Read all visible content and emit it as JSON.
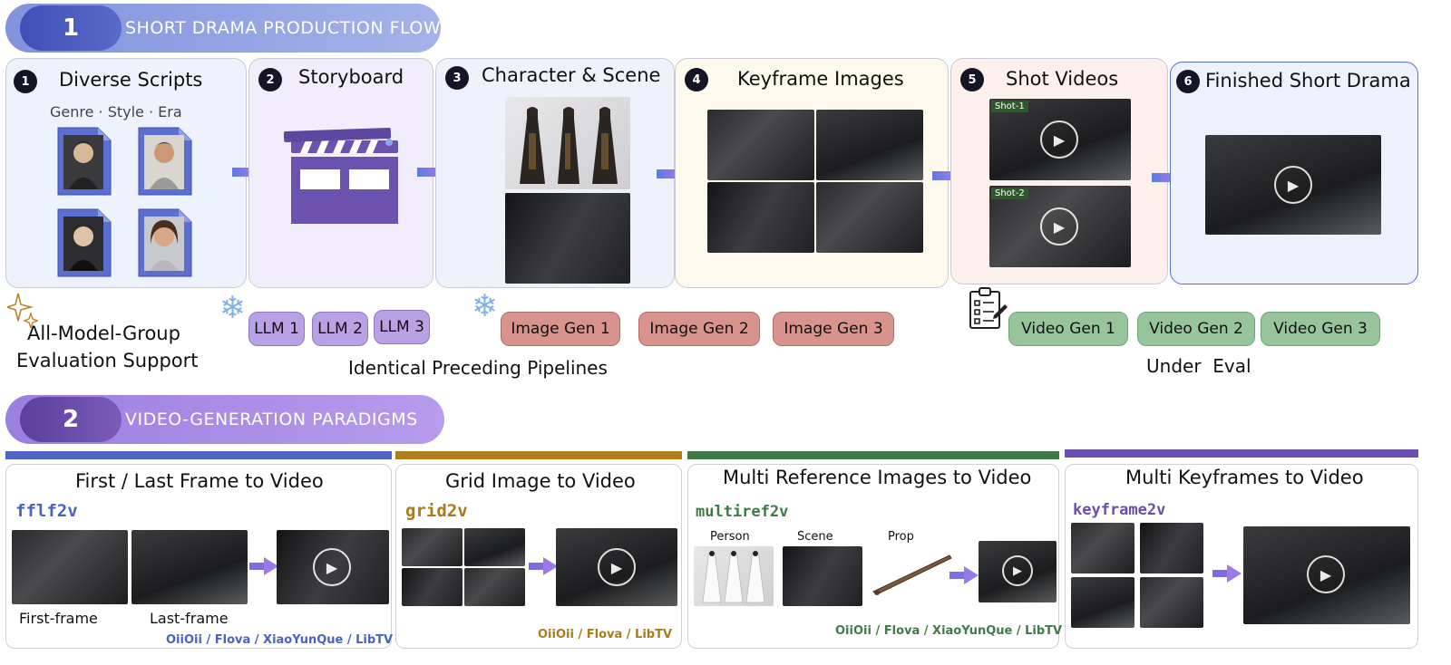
{
  "section1": {
    "number": "1",
    "title": "SHORT DRAMA PRODUCTION FLOW"
  },
  "section2": {
    "number": "2",
    "title": "VIDEO-GENERATION PARADIGMS"
  },
  "stages": [
    {
      "num": "1",
      "title": "Diverse Scripts",
      "subtitle": "Genre · Style · Era"
    },
    {
      "num": "2",
      "title": "Storyboard"
    },
    {
      "num": "3",
      "title": "Character & Scene"
    },
    {
      "num": "4",
      "title": "Keyframe Images"
    },
    {
      "num": "5",
      "title": "Shot Videos",
      "shot_labels": [
        "Shot-1",
        "Shot-2"
      ]
    },
    {
      "num": "6",
      "title": "Finished Short Drama"
    }
  ],
  "support_label": "All-Model-Group\nEvaluation Support",
  "support_line1": "All-Model-Group",
  "support_line2": "Evaluation Support",
  "llm_chips": [
    "LLM 1",
    "LLM 2",
    "LLM 3"
  ],
  "image_chips": [
    "Image Gen 1",
    "Image Gen 2",
    "Image Gen 3"
  ],
  "video_chips": [
    "Video Gen 1",
    "Video Gen 2",
    "Video Gen 3"
  ],
  "identical_label": "Identical Preceding Pipelines",
  "under_eval_label": "Under  Eval",
  "paradigms": [
    {
      "title": "First / Last Frame to Video",
      "code": "fflf2v",
      "color": "#4a63c2",
      "frame_labels": [
        "First-frame",
        "Last-frame"
      ],
      "tools": "OiiOii  /  Flova  /  XiaoYunQue  /  LibTV"
    },
    {
      "title": "Grid Image to Video",
      "code": "grid2v",
      "color": "#a87b1c",
      "tools": "OiiOii  /  Flova  /  LibTV"
    },
    {
      "title": "Multi Reference Images to Video",
      "code": "multiref2v",
      "color": "#3f7a47",
      "ref_labels": [
        "Person",
        "Scene",
        "Prop"
      ],
      "tools": "OiiOii  /  Flova  /  XiaoYunQue  /  LibTV"
    },
    {
      "title": "Multi Keyframes to Video",
      "code": "keyframe2v",
      "color": "#6a4fae"
    }
  ],
  "colors": {
    "section1_pill": "#8a9be0",
    "section1_num": "#4b5bc0",
    "section2_pill": "#a98be6",
    "section2_num": "#6a4aa8",
    "bar_blue": "#4e65c4",
    "bar_gold": "#b07d1c",
    "bar_green": "#3d7a45",
    "bar_purple": "#6a4fae",
    "arrow": "#7b6de0"
  }
}
